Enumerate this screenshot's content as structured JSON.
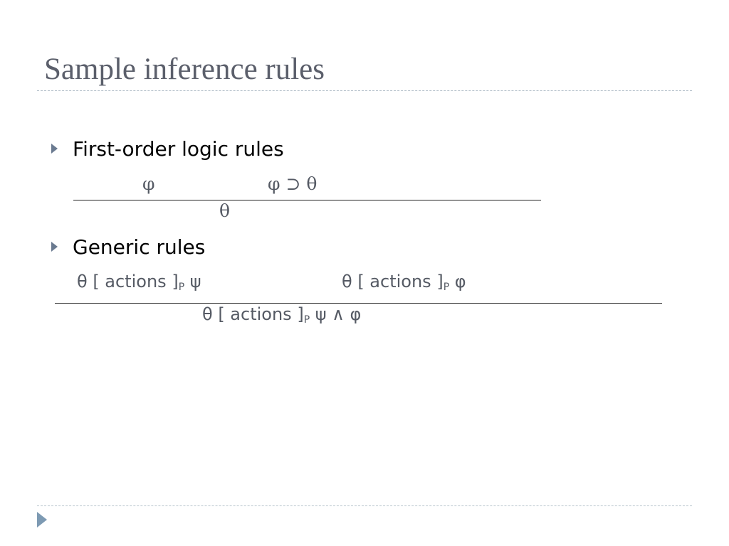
{
  "slide": {
    "title": "Sample inference rules"
  },
  "sections": [
    {
      "heading": "First-order logic rules",
      "premises": [
        "φ",
        "φ ⊃ θ"
      ],
      "conclusion": "θ"
    },
    {
      "heading": "Generic rules",
      "premise1": {
        "pre": "θ [ actions ]",
        "sub": "P",
        "post": "ψ"
      },
      "premise2": {
        "pre": "θ [ actions ]",
        "sub": "P",
        "post": "φ"
      },
      "conclusion": {
        "pre": "θ [ actions ]",
        "sub": "P",
        "post": "ψ ∧ φ"
      }
    }
  ],
  "colors": {
    "title": "#5b5f6b",
    "bullet": "#6a7a90",
    "math": "#555a64",
    "divider": "#b7c3cc",
    "nav": "#7d9ab3"
  },
  "icons": {
    "bullet": "triangle-right-icon",
    "navigation": "triangle-right-icon"
  }
}
